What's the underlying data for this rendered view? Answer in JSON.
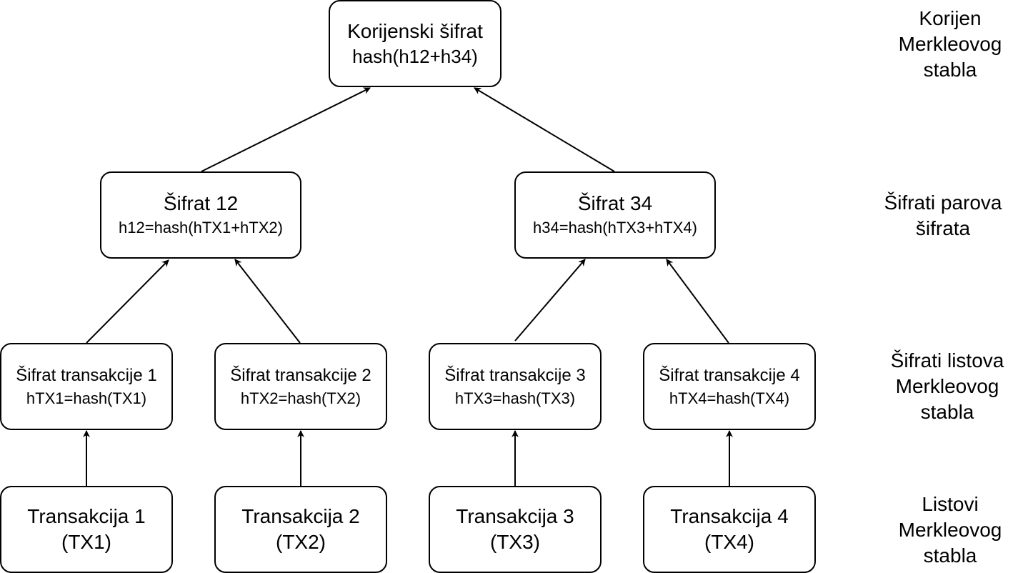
{
  "root": {
    "title": "Korijenski šifrat",
    "formula": "hash(h12+h34)"
  },
  "pairs": [
    {
      "title": "Šifrat 12",
      "formula": "h12=hash(hTX1+hTX2)"
    },
    {
      "title": "Šifrat 34",
      "formula": "h34=hash(hTX3+hTX4)"
    }
  ],
  "leaves": [
    {
      "title": "Šifrat transakcije 1",
      "formula": "hTX1=hash(TX1)"
    },
    {
      "title": "Šifrat transakcije 2",
      "formula": "hTX2=hash(TX2)"
    },
    {
      "title": "Šifrat transakcije 3",
      "formula": "hTX3=hash(TX3)"
    },
    {
      "title": "Šifrat transakcije 4",
      "formula": "hTX4=hash(TX4)"
    }
  ],
  "transactions": [
    {
      "title": "Transakcija 1",
      "code": "(TX1)"
    },
    {
      "title": "Transakcija 2",
      "code": "(TX2)"
    },
    {
      "title": "Transakcija 3",
      "code": "(TX3)"
    },
    {
      "title": "Transakcija 4",
      "code": "(TX4)"
    }
  ],
  "level_labels": {
    "root": [
      "Korijen",
      "Merkleovog",
      "stabla"
    ],
    "pairs": [
      "Šifrati parova",
      "šifrata"
    ],
    "leaves": [
      "Šifrati listova",
      "Merkleovog",
      "stabla"
    ],
    "transactions": [
      "Listovi",
      "Merkleovog",
      "stabla"
    ]
  }
}
